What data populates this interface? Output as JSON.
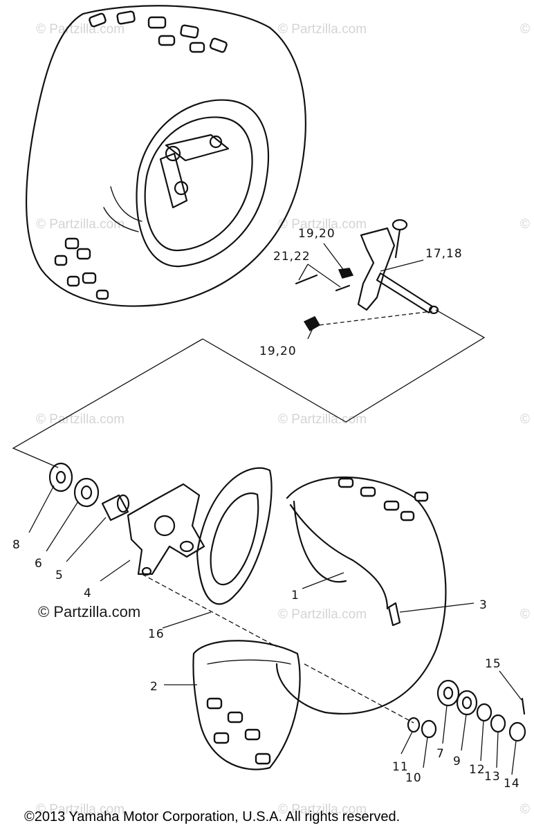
{
  "watermark_text": "© Partzilla.com",
  "watermark_strong_text": "© Partzilla.com",
  "copyright": "©2013  Yamaha Motor Corporation, U.S.A. All rights reserved.",
  "callouts": {
    "c1": "1",
    "c2": "2",
    "c3": "3",
    "c4": "4",
    "c5": "5",
    "c6": "6",
    "c7": "7",
    "c8": "8",
    "c9": "9",
    "c10": "10",
    "c11": "11",
    "c12": "12",
    "c13": "13",
    "c14": "14",
    "c15": "15",
    "c16": "16",
    "c17_18": "17,18",
    "c19_20_top": "19,20",
    "c19_20_bottom": "19,20",
    "c21_22": "21,22"
  }
}
